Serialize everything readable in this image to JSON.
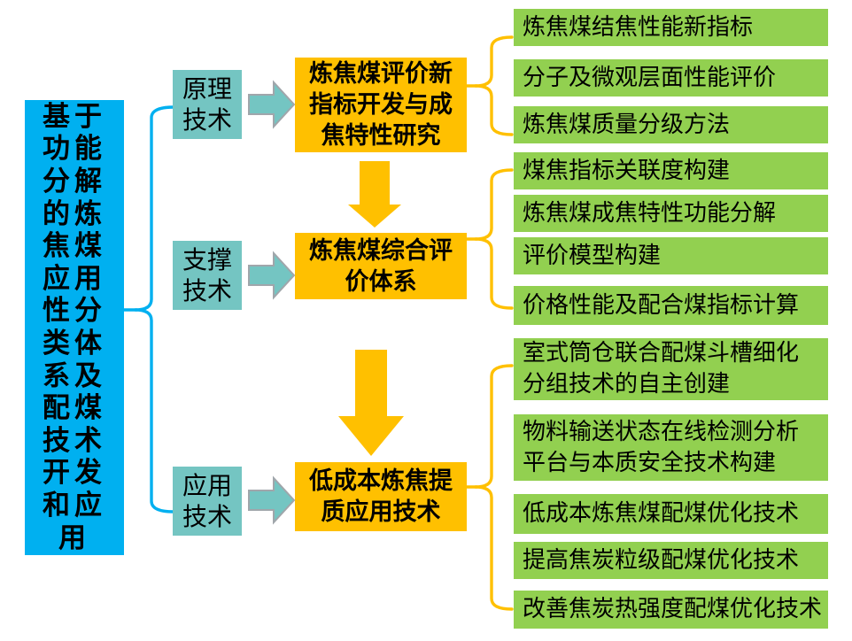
{
  "palette": {
    "root_fill": "#00B0F0",
    "category_fill": "#74C5C2",
    "phase_fill": "#FFC000",
    "item_fill": "#92D050",
    "right_arrow_fill": "#74C5C2",
    "right_arrow_outline": "#A0A6AB",
    "down_arrow_fill": "#FFC000",
    "brace_blue": "#00B0F0",
    "brace_yellow": "#FFC000"
  },
  "root": {
    "label": "基于\n功能\n分解\n的炼\n焦煤\n应用\n性分\n类体\n系及\n配煤\n技术\n开发\n和应\n用"
  },
  "rows": [
    {
      "category": "原理\n技术",
      "phase": "炼焦煤评价新\n指标开发与成\n焦特性研究",
      "items": [
        "炼焦煤结焦性能新指标",
        "分子及微观层面性能评价",
        "炼焦煤质量分级方法"
      ]
    },
    {
      "category": "支撑\n技术",
      "phase": "炼焦煤综合评\n价体系",
      "items": [
        "煤焦指标关联度构建",
        "炼焦煤成焦特性功能分解",
        "评价模型构建",
        "价格性能及配合煤指标计算"
      ]
    },
    {
      "category": "应用\n技术",
      "phase": "低成本炼焦提\n质应用技术",
      "items": [
        "室式筒仓联合配煤斗槽细化\n分组技术的自主创建",
        "物料输送状态在线检测分析\n平台与本质安全技术构建",
        "低成本炼焦煤配煤优化技术",
        "提高焦炭粒级配煤优化技术",
        "改善焦炭热强度配煤优化技术"
      ]
    }
  ]
}
